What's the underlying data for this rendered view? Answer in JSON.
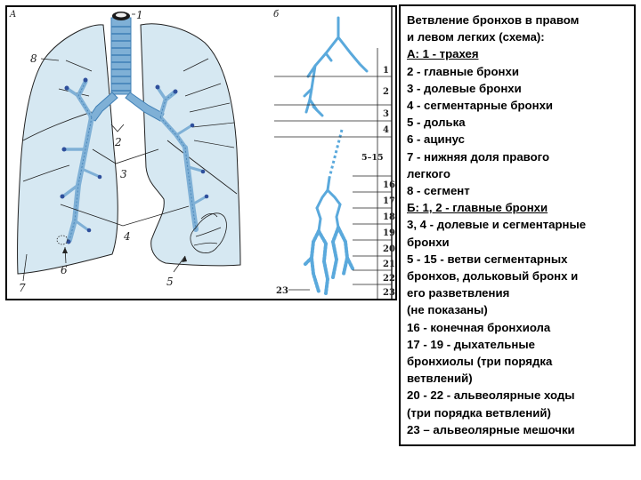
{
  "panel_a": {
    "letter": "A",
    "labels": {
      "l1": "1",
      "l2": "2",
      "l3": "3",
      "l4": "4",
      "l5": "5",
      "l6": "6",
      "l7": "7",
      "l8": "8"
    }
  },
  "panel_b": {
    "letter": "б",
    "generations": [
      "1",
      "2",
      "3",
      "4",
      "5–15",
      "16",
      "17",
      "18",
      "19",
      "20",
      "21",
      "22",
      "23"
    ],
    "left_label": "23"
  },
  "caption": {
    "lines": [
      "Ветвление бронхов в правом",
      "и левом легких (схема):",
      "А: 1 - трахея",
      "2 - главные бронхи",
      "3 - долевые бронхи",
      "4 - сегментарные бронхи",
      "5 - долька",
      "6 - ацинус",
      "7 - нижняя доля правого",
      "легкого",
      "8 - сегмент",
      "Б: 1, 2 - главные бронхи",
      "3, 4 - долевые и сегментарные",
      "бронхи",
      "5 - 15 - ветви сегментарных",
      "бронхов, дольковый бронх и",
      "его разветвления",
      "(не показаны)",
      "16 - конечная бронхиола",
      "17 - 19 - дыхательные",
      "бронхиолы (три порядка",
      "ветвлений)",
      "20 - 22 - альвеолярные ходы",
      "(три порядка ветвлений)",
      "23 – альвеолярные мешочки"
    ],
    "underlined_lines": [
      2,
      11
    ]
  },
  "colors": {
    "lung_fill": "#d6e8f2",
    "bronchus_fill": "#7fb0d6",
    "bronchus_dark": "#3f7fb5",
    "tree_b": "#5aa9dc",
    "outline": "#222222"
  }
}
